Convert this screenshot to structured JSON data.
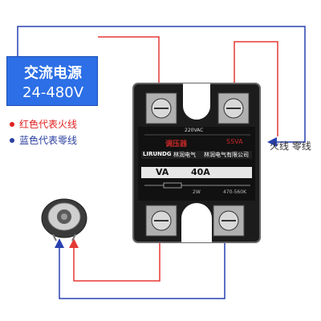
{
  "power_source": {
    "title": "交流电源",
    "range": "24-480V"
  },
  "legend": {
    "red_label": "红色代表火线",
    "blue_label": "蓝色代表零线",
    "red_color": "#e02020",
    "blue_color": "#2a3fa0"
  },
  "side_label": "火线 零线",
  "relay": {
    "voltage": "220VAC",
    "name": "调压器",
    "power_tag": "SSVA",
    "brand": "LIRUNDG",
    "brand_cn": "林润电气",
    "company": "林润电气有限公司",
    "model_prefix": "VA",
    "current": "40A",
    "resistor_spec": "2W",
    "resistor_value": "470-560K"
  },
  "colors": {
    "wire_red": "#e53935",
    "wire_blue": "#2840b0",
    "source_box": "#2c6fe6",
    "relay_body": "#1c1c1c",
    "relay_accent": "#c62828"
  },
  "icons": {
    "screw": "screw-icon",
    "potentiometer": "potentiometer-icon",
    "arrow": "arrow-icon"
  }
}
